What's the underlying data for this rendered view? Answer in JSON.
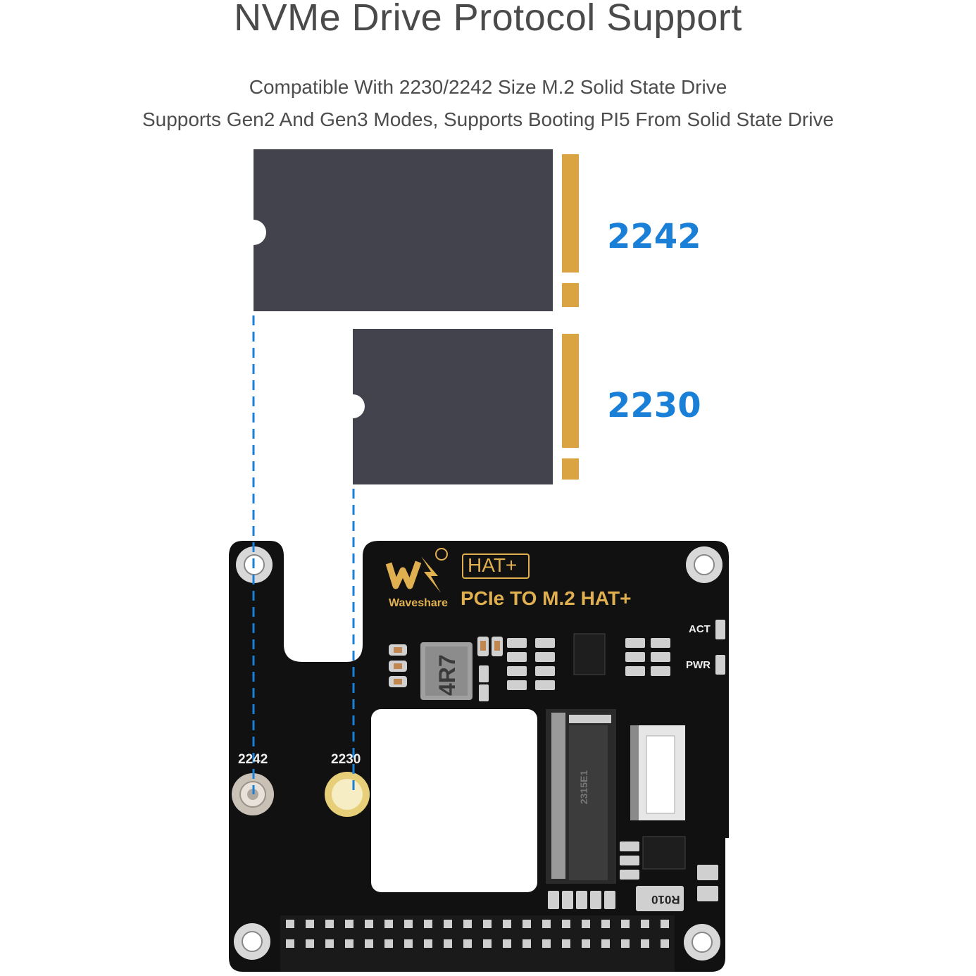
{
  "header": {
    "title": "NVMe Drive Protocol Support",
    "subtitle_line1": "Compatible With 2230/2242 Size M.2 Solid State Drive",
    "subtitle_line2": "Supports Gen2 And Gen3 Modes, Supports Booting PI5 From Solid State Drive"
  },
  "drives": {
    "large_label": "2242",
    "small_label": "2230"
  },
  "board": {
    "brand_name": "Waveshare",
    "hat_badge": "HAT+",
    "product_name": "PCIe TO M.2 HAT+",
    "led_act": "ACT",
    "led_pwr": "PWR",
    "mount_2242": "2242",
    "mount_2230": "2230",
    "inductor_code": "4R7",
    "resistor_code": "R010",
    "connector_code": "2315E1",
    "colors": {
      "pcb": "#111111",
      "drive": "#42434d",
      "gold": "#d9a441",
      "accent_blue": "#1a7fd6"
    }
  },
  "icons": {
    "logo": "waveshare-logo-icon",
    "registered": "registered-mark-icon"
  }
}
